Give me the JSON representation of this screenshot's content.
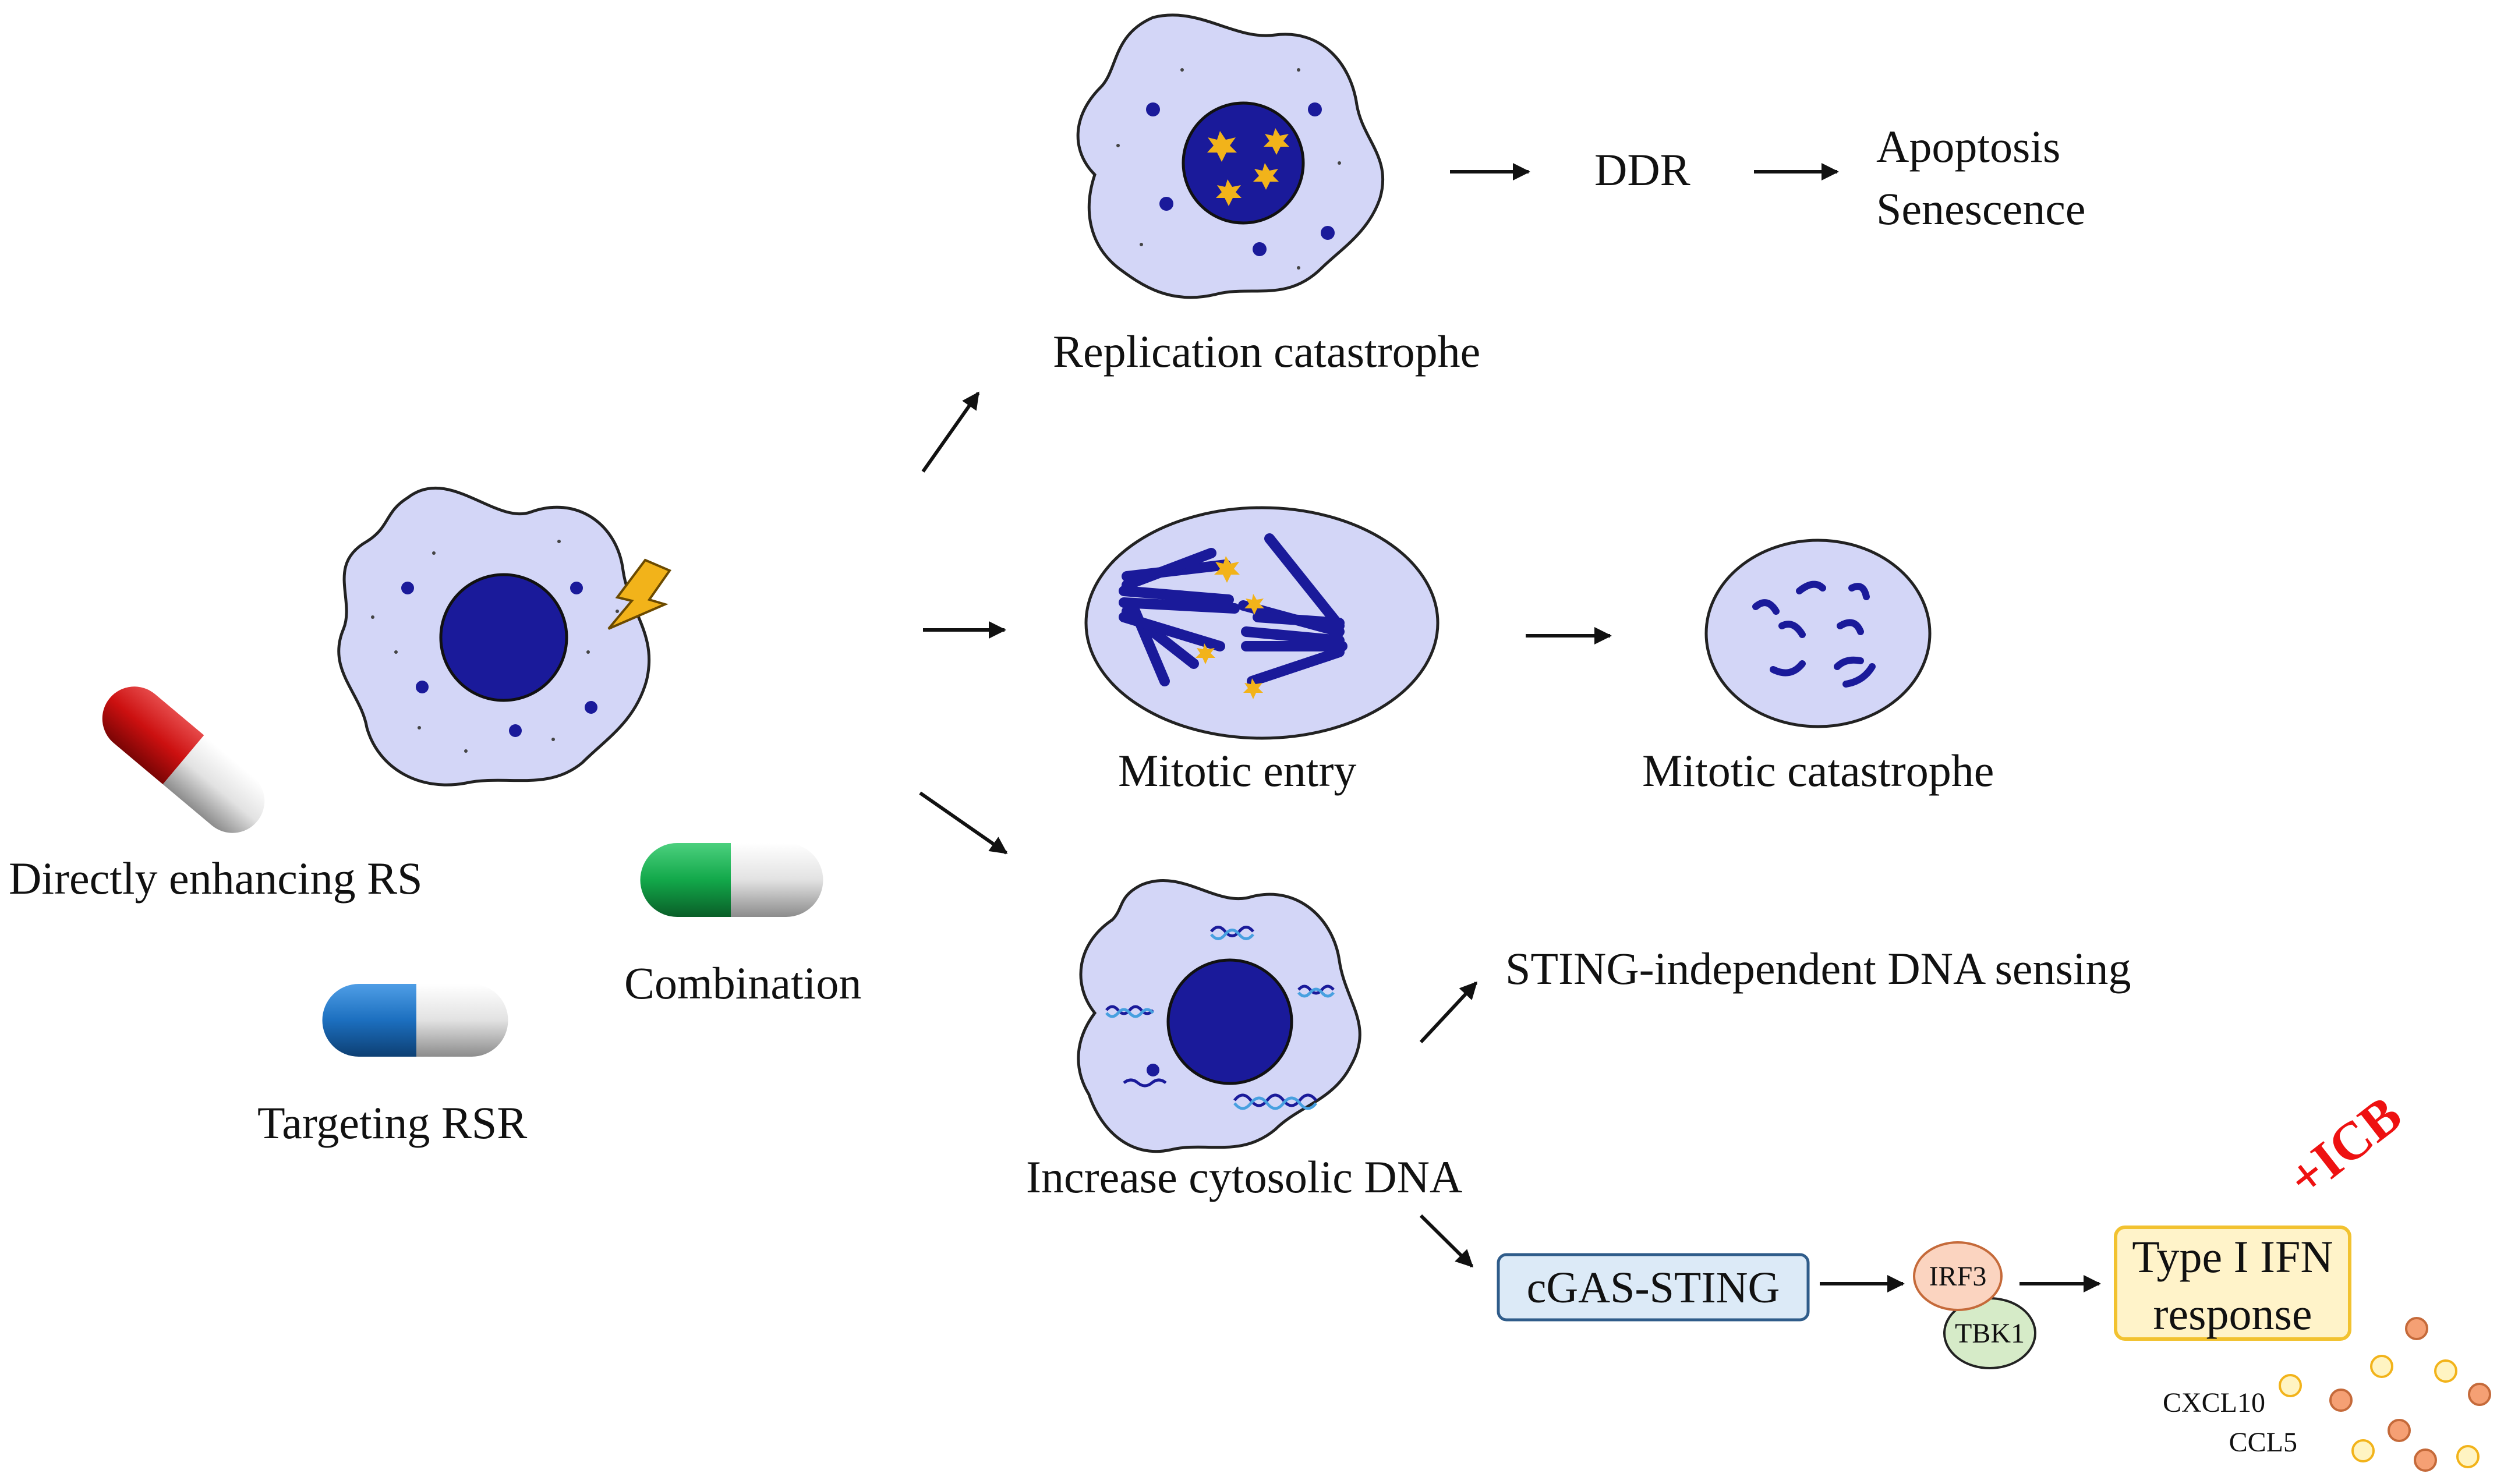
{
  "labels": {
    "drug_direct": "Directly enhancing RS",
    "drug_target": "Targeting RSR",
    "drug_combo": "Combination",
    "replication": "Replication catastrophe",
    "ddr": "DDR",
    "apoptosis": "Apoptosis",
    "senescence": "Senescence",
    "mitotic_entry": "Mitotic entry",
    "mitotic_catastrophe": "Mitotic catastrophe",
    "cytosolic_dna": "Increase cytosolic DNA",
    "sting_independent": "STING-independent DNA  sensing",
    "cgas": "cGAS-STING",
    "irf3": "IRF3",
    "tbk1": "TBK1",
    "ifn_line1": "Type I IFN",
    "ifn_line2": "response",
    "icb": "+ICB",
    "cxcl10": "CXCL10",
    "ccl5": "CCL5"
  },
  "colors": {
    "cell_fill": "#d3d6f7",
    "nucleus": "#1a1a9a",
    "damage_spark": "#f2b31a",
    "pill_red": "#cc1010",
    "pill_green": "#12a84a",
    "pill_blue": "#1c6fbf",
    "pill_white": "#e6e6e6",
    "cgas_box": "#dceaf7",
    "irf3": "#fbd4c0",
    "tbk1": "#d6ebc8",
    "ifn_box": "#fff3c9",
    "ifn_border": "#f2c230",
    "icb": "#ee1111",
    "cytokine_orange": "#f5a074",
    "cytokine_yellow": "#fff4c2"
  }
}
